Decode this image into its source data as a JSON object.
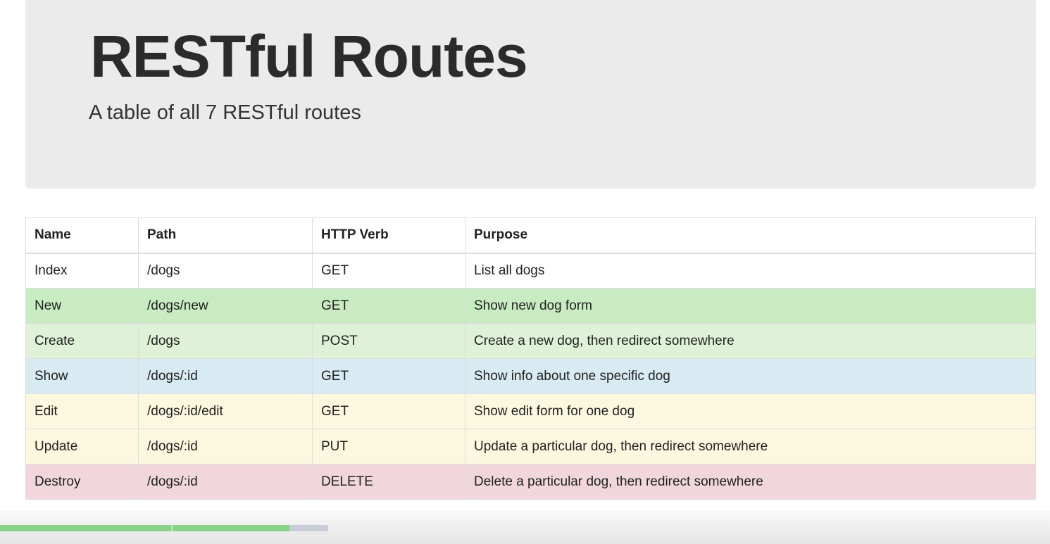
{
  "header": {
    "title": "RESTful Routes",
    "subtitle": "A table of all 7 RESTful routes"
  },
  "table": {
    "columns": [
      "Name",
      "Path",
      "HTTP Verb",
      "Purpose"
    ],
    "rows": [
      {
        "name": "Index",
        "path": "/dogs",
        "verb": "GET",
        "purpose": "List all dogs",
        "status": "default",
        "color": "#ffffff"
      },
      {
        "name": "New",
        "path": "/dogs/new",
        "verb": "GET",
        "purpose": "Show new dog form",
        "status": "success-active",
        "color": "#c9ebc2"
      },
      {
        "name": "Create",
        "path": "/dogs",
        "verb": "POST",
        "purpose": "Create a new dog, then redirect somewhere",
        "status": "success",
        "color": "#dff1d6"
      },
      {
        "name": "Show",
        "path": "/dogs/:id",
        "verb": "GET",
        "purpose": "Show info about one specific dog",
        "status": "info",
        "color": "#d8eaf2"
      },
      {
        "name": "Edit",
        "path": "/dogs/:id/edit",
        "verb": "GET",
        "purpose": "Show edit form for one dog",
        "status": "warning",
        "color": "#fcf7df"
      },
      {
        "name": "Update",
        "path": "/dogs/:id",
        "verb": "PUT",
        "purpose": "Update a particular dog, then redirect somewhere",
        "status": "warning",
        "color": "#fcf7df"
      },
      {
        "name": "Destroy",
        "path": "/dogs/:id",
        "verb": "DELETE",
        "purpose": "Delete a particular dog, then redirect somewhere",
        "status": "danger",
        "color": "#f1d7db"
      }
    ]
  },
  "video_progress": {
    "played_fraction": 0.276,
    "buffered_fraction": 0.313,
    "played_color": "#8ad28a",
    "track_color": "#c8cdd8"
  }
}
